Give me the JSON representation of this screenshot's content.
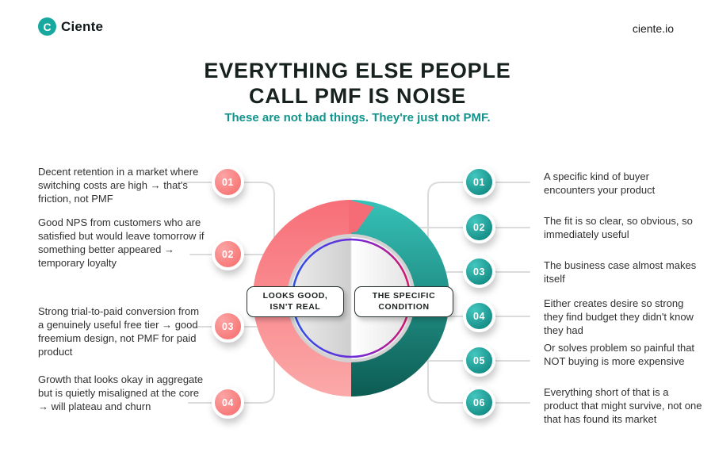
{
  "brand": {
    "logo_glyph": "C",
    "logo_text": "Ciente",
    "site": "ciente.io"
  },
  "header": {
    "title_line1": "EVERYTHING ELSE PEOPLE",
    "title_line2": "CALL PMF IS NOISE",
    "subtitle": "These are not bad things. They're just not PMF."
  },
  "donut": {
    "left_label_line1": "LOOKS GOOD,",
    "left_label_line2": "ISN'T REAL",
    "right_label_line1": "THE SPECIFIC",
    "right_label_line2": "CONDITION"
  },
  "left_items": [
    {
      "num": "01",
      "text": "Decent retention in a market where switching costs are high → that's friction, not PMF"
    },
    {
      "num": "02",
      "text": "Good NPS from customers who are satisfied but would leave tomorrow if something better appeared → temporary loyalty"
    },
    {
      "num": "03",
      "text": "Strong trial-to-paid conversion from a genuinely useful free tier → good freemium design, not PMF for paid product"
    },
    {
      "num": "04",
      "text": "Growth that looks okay in aggregate but is quietly misaligned at the core → will plateau and churn"
    }
  ],
  "right_items": [
    {
      "num": "01",
      "text": "A specific kind of buyer encounters your product"
    },
    {
      "num": "02",
      "text": "The fit is so clear, so obvious, so immediately useful"
    },
    {
      "num": "03",
      "text": "The business case almost makes itself"
    },
    {
      "num": "04",
      "text": "Either creates desire so strong they find budget they didn't know they had"
    },
    {
      "num": "05",
      "text": "Or solves problem so painful that NOT buying is more expensive"
    },
    {
      "num": "06",
      "text": "Everything short of that is a product that might survive, not one that has found its market"
    }
  ],
  "colors": {
    "pink_top": "#f76f78",
    "pink_bottom": "#fba9a9",
    "teal_top": "#36c2b8",
    "teal_bottom": "#0c5b52",
    "ring_blue": "#2b50e8",
    "ring_purple": "#7228d8",
    "ring_magenta": "#d8176b",
    "connector_gray": "#dbdbdb",
    "accent_teal": "#12948c"
  }
}
